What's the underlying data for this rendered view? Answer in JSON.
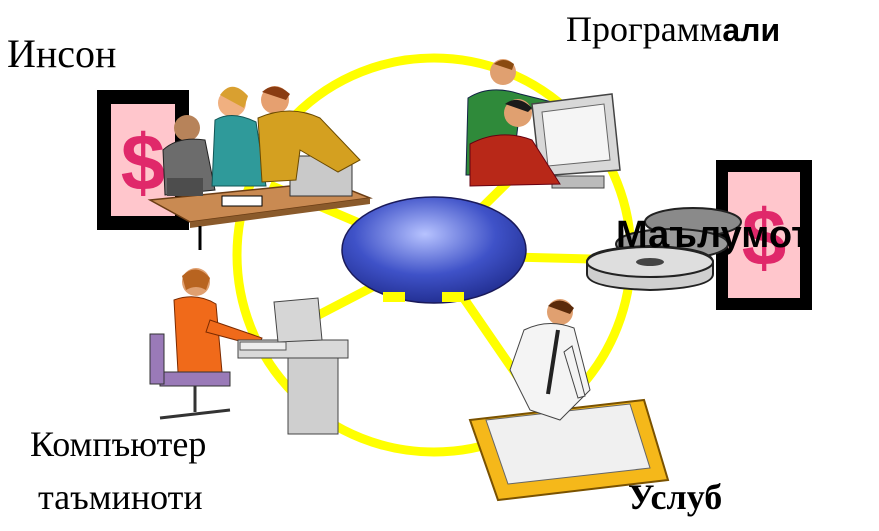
{
  "labels": {
    "inson": "Инсон",
    "programs_prefix": "Программ",
    "programs_suffix": "али",
    "data": "Маълумот",
    "software_line1": "Компъютер",
    "software_line2": "таъминоти",
    "style": "Услуб"
  },
  "colors": {
    "ring": "#ffff00",
    "hub": "#2b3aa8",
    "hub_light": "#b7c3ff",
    "dollar_frame": "#000000",
    "dollar_fill": "#ffc6cc",
    "dollar_sign": "#e0286a"
  },
  "icons": [
    "meeting-people-icon",
    "computer-users-icon",
    "disk-platter-icon",
    "dollar-frame-icon",
    "office-worker-icon",
    "drafting-man-icon"
  ]
}
